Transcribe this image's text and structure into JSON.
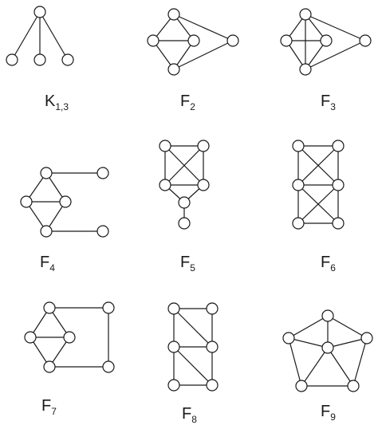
{
  "graphs": [
    {
      "id": "k13",
      "label": "K",
      "subscript": "1,3"
    },
    {
      "id": "f2",
      "label": "F",
      "subscript": "2"
    },
    {
      "id": "f3",
      "label": "F",
      "subscript": "3"
    },
    {
      "id": "f4",
      "label": "F",
      "subscript": "4"
    },
    {
      "id": "f5",
      "label": "F",
      "subscript": "5"
    },
    {
      "id": "f6",
      "label": "F",
      "subscript": "6"
    },
    {
      "id": "f7",
      "label": "F",
      "subscript": "7"
    },
    {
      "id": "f8",
      "label": "F",
      "subscript": "8"
    },
    {
      "id": "f9",
      "label": "F",
      "subscript": "9"
    }
  ],
  "colors": {
    "stroke": "#1a1a1a",
    "fill": "#ffffff"
  }
}
